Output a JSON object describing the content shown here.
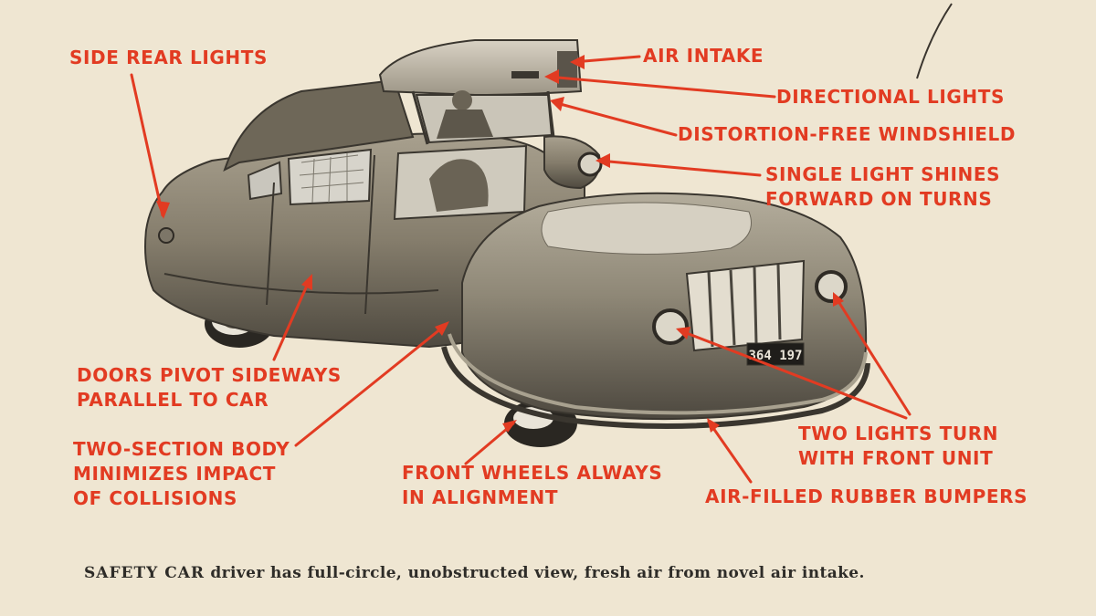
{
  "colors": {
    "paper": "#efe6d2",
    "label_red": "#e23b22",
    "car_body": "#8c8474",
    "car_shadow": "#4a463e",
    "caption_ink": "#2e2c28"
  },
  "labels": {
    "side_rear_lights": [
      "SIDE REAR LIGHTS"
    ],
    "air_intake": [
      "AIR INTAKE"
    ],
    "directional_lights": [
      "DIRECTIONAL LIGHTS"
    ],
    "windshield": [
      "DISTORTION-FREE WINDSHIELD"
    ],
    "single_light": [
      "SINGLE LIGHT SHINES",
      "FORWARD ON TURNS"
    ],
    "doors": [
      "DOORS PIVOT SIDEWAYS",
      "PARALLEL TO CAR"
    ],
    "two_section": [
      "TWO-SECTION BODY",
      "MINIMIZES IMPACT",
      "OF COLLISIONS"
    ],
    "front_wheels": [
      "FRONT WHEELS ALWAYS",
      "IN ALIGNMENT"
    ],
    "two_lights": [
      "TWO LIGHTS TURN",
      "WITH FRONT UNIT"
    ],
    "bumpers": [
      "AIR-FILLED RUBBER BUMPERS"
    ]
  },
  "plate_text": "364 197",
  "caption": {
    "lead": "SAFETY CAR",
    "rest": " driver has full-circle, unobstructed view, fresh air from novel air intake."
  }
}
